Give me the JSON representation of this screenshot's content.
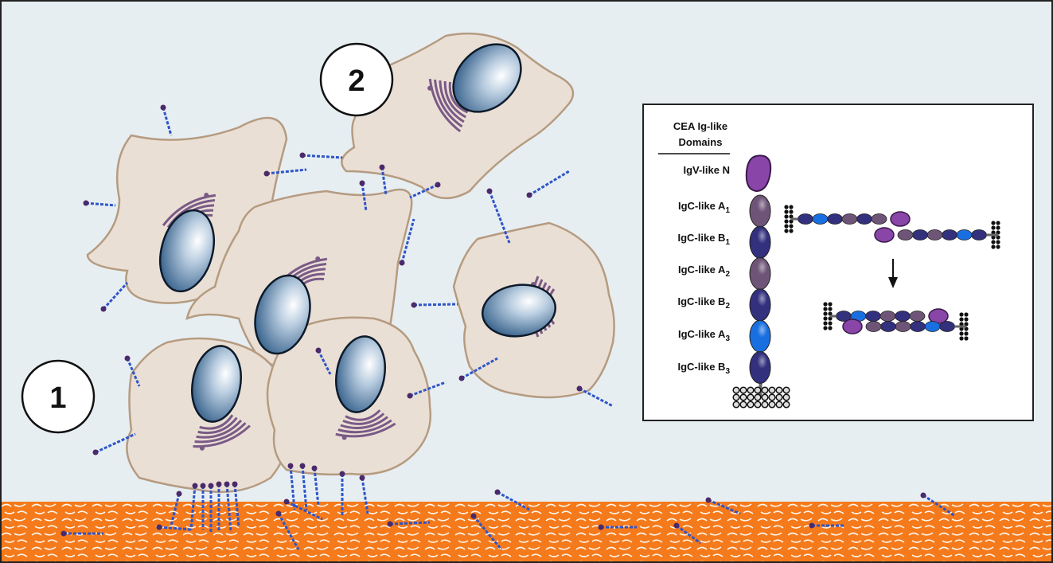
{
  "markers": {
    "one": "1",
    "two": "2"
  },
  "legend": {
    "title_line1": "CEA Ig-like",
    "title_line2": "Domains",
    "domains": [
      {
        "label": "IgV-like N",
        "sub": ""
      },
      {
        "label": "IgC-like A",
        "sub": "1"
      },
      {
        "label": "IgC-like B",
        "sub": "1"
      },
      {
        "label": "IgC-like A",
        "sub": "2"
      },
      {
        "label": "IgC-like B",
        "sub": "2"
      },
      {
        "label": "IgC-like A",
        "sub": "3"
      },
      {
        "label": "IgC-like B",
        "sub": "3"
      }
    ]
  },
  "colors": {
    "background": "#e7eef2",
    "cell": "#eadfd5",
    "cell_edge": "#b59b80",
    "substrate": "#f47a1c",
    "igv": "#8a45a8",
    "domain_a": "#6e5577",
    "domain_b": "#33307e",
    "domain_a3": "#1a6fe0",
    "golgi": "#7a5a86"
  }
}
